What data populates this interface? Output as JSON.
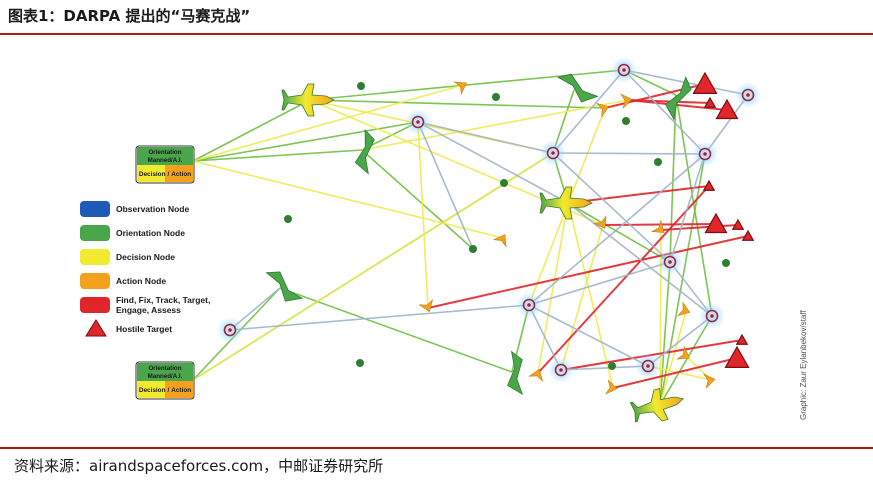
{
  "title": "图表1：DARPA 提出的“马赛克战”",
  "source": "资料来源：airandspaceforces.com，中邮证券研究所",
  "credit": "Graphic: Zaur Eylanbekov/staff",
  "command_box": {
    "line1": "Orientation",
    "line2": "Manned/A.I.",
    "decision": "Decision",
    "slash": "/",
    "action": "Action"
  },
  "legend": [
    {
      "label": "Observation Node",
      "color": "#1e5bb8",
      "shape": "rounded-rect"
    },
    {
      "label": "Orientation Node",
      "color": "#4aa64a",
      "shape": "rounded-rect"
    },
    {
      "label": "Decision Node",
      "color": "#f2ea2e",
      "shape": "rounded-rect"
    },
    {
      "label": "Action Node",
      "color": "#f4a21e",
      "shape": "rounded-rect"
    },
    {
      "label": "Find, Fix, Track, Target, Engage, Assess",
      "color": "#e0252b",
      "shape": "rounded-rect"
    },
    {
      "label": "Hostile Target",
      "color": "#e0252b",
      "shape": "triangle"
    }
  ],
  "link_colors": {
    "orientation": "#6fbf3f",
    "decision": "#f0ea4a",
    "kill_chain": "#e0252b",
    "sensor": "#9fb4c8"
  },
  "icons": {
    "sensor": "sensor-node-icon",
    "fighter": "manned-fighter-icon",
    "wedge": "orientation-drone-icon",
    "chevron": "action-drone-icon",
    "target": "hostile-target-icon",
    "dot": "orientation-node-dot"
  }
}
